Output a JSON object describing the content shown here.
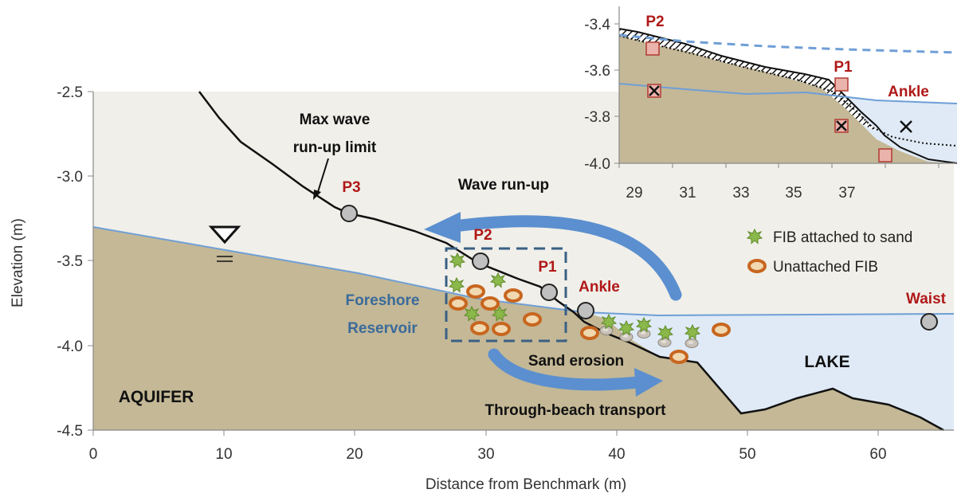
{
  "main": {
    "xlabel": "Distance from Benchmark (m)",
    "ylabel": "Elevation (m)",
    "x_ticks": [
      "0",
      "10",
      "20",
      "30",
      "40",
      "50",
      "60"
    ],
    "y_ticks": [
      "-2.5",
      "-3.0",
      "-3.5",
      "-4.0",
      "-4.5"
    ],
    "labels": {
      "max_wave": [
        "Max wave",
        "run-up limit"
      ],
      "wave_runup": "Wave run-up",
      "foreshore": "Foreshore",
      "reservoir": "Reservoir",
      "sand_erosion": "Sand erosion",
      "through_beach": "Through-beach transport",
      "aquifer": "AQUIFER",
      "lake": "LAKE"
    },
    "points": {
      "p3": "P3",
      "p2": "P2",
      "p1": "P1",
      "ankle": "Ankle",
      "waist": "Waist"
    },
    "legend": {
      "attached": "FIB attached to sand",
      "unattached": "Unattached FIB"
    }
  },
  "inset": {
    "x_ticks": [
      "29",
      "31",
      "33",
      "35",
      "37"
    ],
    "y_ticks": [
      "-3.4",
      "-3.6",
      "-3.8",
      "-4.0"
    ],
    "labels": {
      "p2": "P2",
      "p1": "P1",
      "ankle": "Ankle"
    }
  },
  "colors": {
    "aquifer_sand": "#c4b896",
    "unsaturated": "#f0efe9",
    "lake": "#dfeaf6",
    "water_line": "#6f9fd6",
    "arrow": "#5b8fcf",
    "red_label": "#b01818",
    "fib_attached": "#8bb84a",
    "fib_unattached": "#c8661f"
  }
}
